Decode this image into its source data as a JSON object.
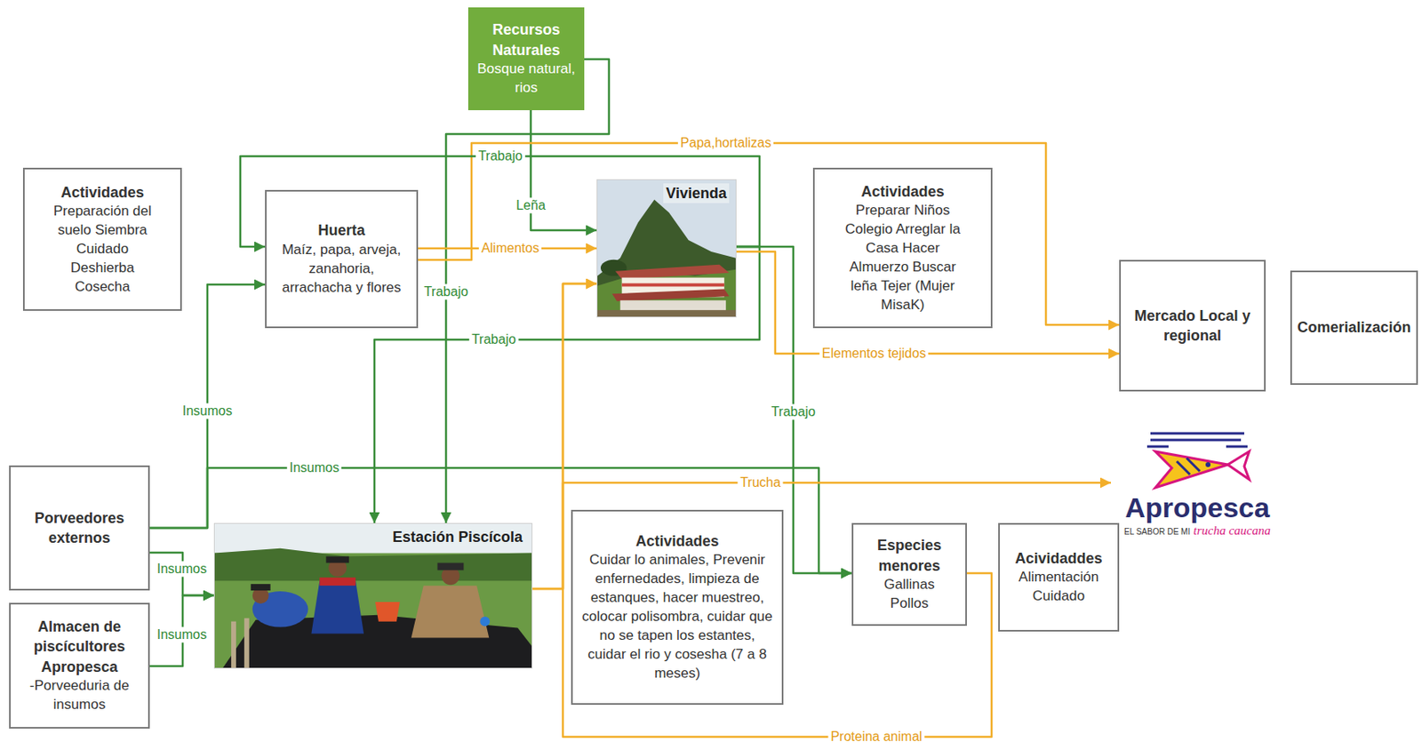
{
  "diagram": {
    "nodes": [
      {
        "text": [
          "Recursos Naturales",
          "Bosque natural, rios"
        ]
      },
      {
        "text": [
          "Actividades",
          "Preparación del suelo Siembra Cuidado Deshierba Cosecha"
        ]
      },
      {
        "text": [
          "Huerta",
          "Maíz, papa, arveja, zanahoria, arrachacha y flores"
        ]
      },
      {
        "text": [
          "Vivienda"
        ]
      },
      {
        "text": [
          "Actividades",
          "Preparar Niños Colegio Arreglar la Casa Hacer Almuerzo Buscar leña Tejer (Mujer MisaK)"
        ]
      },
      {
        "text": [
          "Mercado Local y regional"
        ]
      },
      {
        "text": [
          "Comerialización"
        ]
      },
      {
        "text": [
          "Apropesca",
          "EL SABOR DE MI",
          "trucha caucana"
        ]
      },
      {
        "text": [
          "Porveedores externos"
        ]
      },
      {
        "text": [
          "Estación Piscícola"
        ]
      },
      {
        "text": [
          "Actividades",
          "Cuidar lo animales, Prevenir enfernedades, limpieza de estanques, hacer muestreo, colocar polisombra, cuidar que no se tapen los estantes, cuidar el rio y cosesha (7 a 8 meses)"
        ]
      },
      {
        "text": [
          "Especies menores",
          "Gallinas Pollos"
        ]
      },
      {
        "text": [
          "Acividaddes",
          "Alimentación Cuidado"
        ]
      },
      {
        "text": [
          "Almacen de piscícultores Apropesca",
          "-Porveeduria de insumos"
        ]
      }
    ],
    "edges": [
      {
        "from": 0,
        "to": 3,
        "label": "Leña",
        "arrow": "to"
      },
      {
        "from": 0,
        "to": 9,
        "label": "Trabajo",
        "arrow": "to"
      },
      {
        "from": 2,
        "to": 3,
        "label": "Alimentos",
        "arrow": "to"
      },
      {
        "from": 2,
        "to": 5,
        "label": "Papa,hortalizas",
        "arrow": "to"
      },
      {
        "from": 3,
        "to": 2,
        "label": "Trabajo",
        "arrow": "to"
      },
      {
        "from": 3,
        "to": 9,
        "label": "Trabajo",
        "arrow": "to"
      },
      {
        "from": 3,
        "to": 11,
        "label": "Trabajo",
        "arrow": "to"
      },
      {
        "from": 3,
        "to": 5,
        "label": "Elementos tejidos",
        "arrow": "to"
      },
      {
        "from": 8,
        "to": 2,
        "label": "Insumos",
        "arrow": "to"
      },
      {
        "from": 8,
        "to": 11,
        "label": "Insumos",
        "arrow": "to"
      },
      {
        "from": 8,
        "to": 9,
        "label": "Insumos",
        "arrow": "to"
      },
      {
        "from": 13,
        "to": 9,
        "label": "Insumos",
        "arrow": "to"
      },
      {
        "from": 9,
        "to": 7,
        "label": "Trucha",
        "arrow": "to"
      },
      {
        "from": 9,
        "to": 3,
        "arrow": "to"
      },
      {
        "from": 11,
        "to": 3,
        "label": "Proteina animal",
        "arrow": "to"
      }
    ]
  }
}
